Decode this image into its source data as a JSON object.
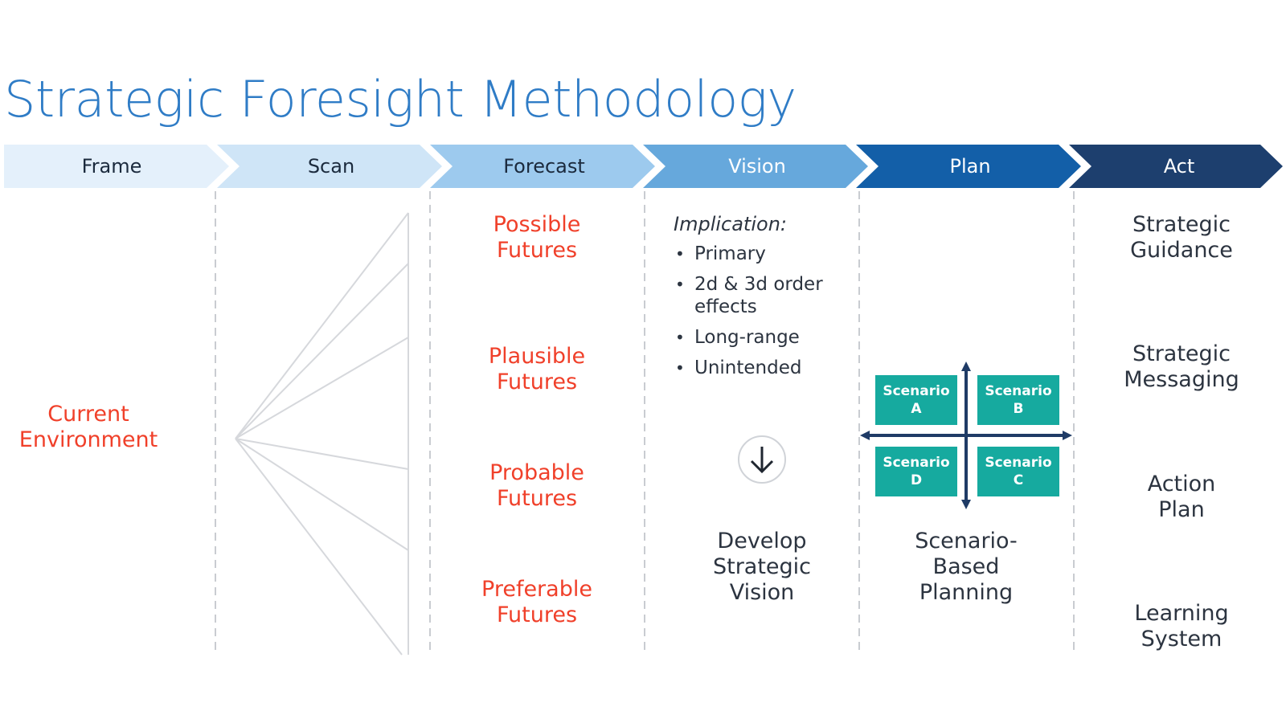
{
  "title": "Strategic Foresight Methodology",
  "stages": [
    {
      "label": "Frame",
      "fill": "#e4f0fb",
      "text_color": "#1b2a3d"
    },
    {
      "label": "Scan",
      "fill": "#cfe5f7",
      "text_color": "#1b2a3d"
    },
    {
      "label": "Forecast",
      "fill": "#9dcaee",
      "text_color": "#1b2a3d"
    },
    {
      "label": "Vision",
      "fill": "#66a8dc",
      "text_color": "#ffffff"
    },
    {
      "label": "Plan",
      "fill": "#135fa8",
      "text_color": "#ffffff"
    },
    {
      "label": "Act",
      "fill": "#1d3f6e",
      "text_color": "#ffffff"
    }
  ],
  "frame": {
    "current_environment_line1": "Current",
    "current_environment_line2": "Environment"
  },
  "forecast": {
    "possible_line1": "Possible",
    "possible_line2": "Futures",
    "plausible_line1": "Plausible",
    "plausible_line2": "Futures",
    "probable_line1": "Probable",
    "probable_line2": "Futures",
    "preferable_line1": "Preferable",
    "preferable_line2": "Futures"
  },
  "vision": {
    "implication_title": "Implication:",
    "bullets": [
      "Primary",
      "2d & 3d order effects",
      "Long-range",
      "Unintended"
    ],
    "develop_line1": "Develop",
    "develop_line2": "Strategic",
    "develop_line3": "Vision",
    "arrow_icon": "down-arrow-circle-icon"
  },
  "plan": {
    "scenario_a_line1": "Scenario",
    "scenario_a_line2": "A",
    "scenario_b_line1": "Scenario",
    "scenario_b_line2": "B",
    "scenario_c_line1": "Scenario",
    "scenario_c_line2": "C",
    "scenario_d_line1": "Scenario",
    "scenario_d_line2": "D",
    "scenario_based_line1": "Scenario-",
    "scenario_based_line2": "Based",
    "scenario_based_line3": "Planning"
  },
  "act": {
    "guidance_line1": "Strategic",
    "guidance_line2": "Guidance",
    "messaging_line1": "Strategic",
    "messaging_line2": "Messaging",
    "action_line1": "Action",
    "action_line2": "Plan",
    "learning_line1": "Learning",
    "learning_line2": "System"
  },
  "colors": {
    "title_blue": "#2f7cc6",
    "red_text": "#f0402a",
    "dark_text": "#2c3440",
    "scenario_teal": "#16aa9f"
  }
}
